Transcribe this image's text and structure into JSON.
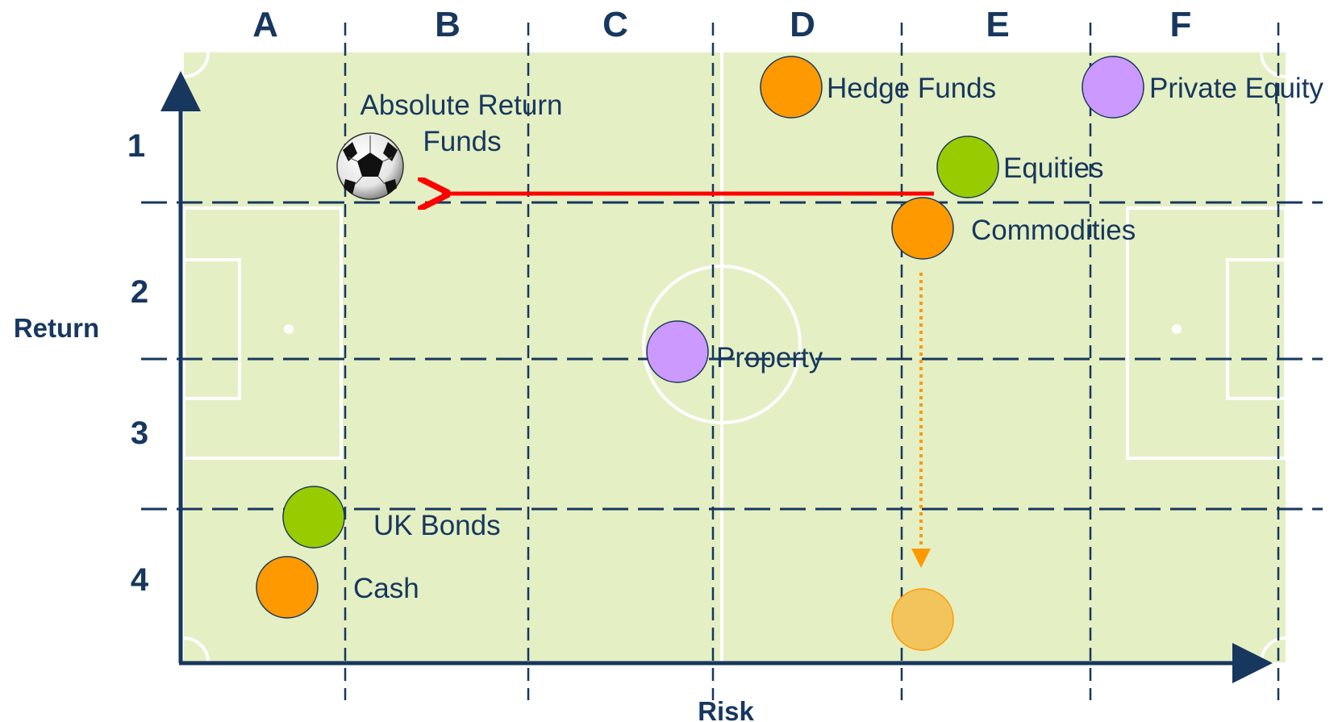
{
  "columns": [
    "A",
    "B",
    "C",
    "D",
    "E",
    "F"
  ],
  "rows": [
    "1",
    "2",
    "3",
    "4"
  ],
  "axes": {
    "x_label": "Risk",
    "y_label": "Return"
  },
  "colors": {
    "pitch": "#E4EFC4",
    "pitch_lines": "#ffffff",
    "grid": "#17375E",
    "orange": "#FF9900",
    "green": "#99CC00",
    "purple": "#CC99FF",
    "ghost": "#F2C45C",
    "arrow_red": "#FF0000",
    "arrow_orange": "#FF9900"
  },
  "assets": [
    {
      "id": "hedge-funds",
      "label": "Hedge Funds",
      "color": "orange"
    },
    {
      "id": "private-equity",
      "label": "Private Equity",
      "color": "purple"
    },
    {
      "id": "equities",
      "label": "Equities",
      "color": "green"
    },
    {
      "id": "commodities",
      "label": "Commodities",
      "color": "orange"
    },
    {
      "id": "property",
      "label": "Property",
      "color": "purple"
    },
    {
      "id": "uk-bonds",
      "label": "UK Bonds",
      "color": "green"
    },
    {
      "id": "cash",
      "label": "Cash",
      "color": "orange"
    }
  ],
  "absolute_return": {
    "line1": "Absolute Return",
    "line2": "Funds",
    "icon": "soccer-ball-icon"
  }
}
